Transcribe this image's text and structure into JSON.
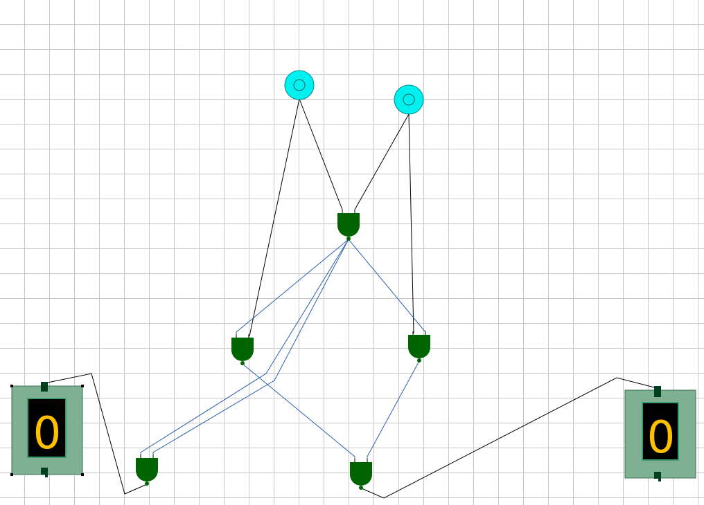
{
  "colors": {
    "gate": "#006400",
    "wire_black": "#000000",
    "wire_blue": "#2a5fb0",
    "input_fill": "#00f0f0",
    "display_frame": "#7fb092",
    "display_screen": "#000000",
    "display_digit": "#ffc000",
    "grid": "#c8c8c8"
  },
  "circuit": {
    "inputs": [
      {
        "name": "input-switch-a",
        "state": "off"
      },
      {
        "name": "input-switch-b",
        "state": "off"
      }
    ],
    "gates": [
      {
        "name": "nand-gate-top",
        "type": "NAND"
      },
      {
        "name": "nand-gate-left",
        "type": "NAND"
      },
      {
        "name": "nand-gate-right",
        "type": "NAND"
      },
      {
        "name": "nand-gate-bottom-left",
        "type": "NAND"
      },
      {
        "name": "nand-gate-bottom-right",
        "type": "NAND"
      }
    ],
    "displays": [
      {
        "name": "seven-segment-display-left",
        "value": "0",
        "selected": true
      },
      {
        "name": "seven-segment-display-right",
        "value": "0",
        "selected": false
      }
    ]
  }
}
